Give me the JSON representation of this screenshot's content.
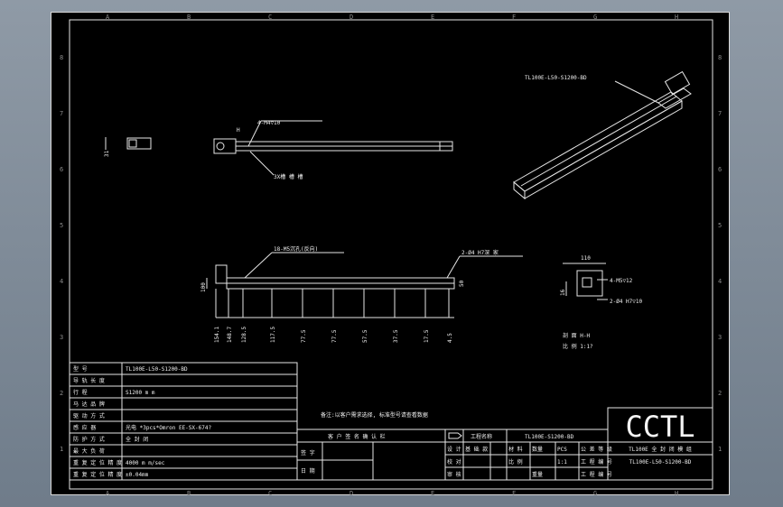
{
  "grid": {
    "top_letters": [
      "A",
      "B",
      "C",
      "D",
      "E",
      "F",
      "G",
      "H"
    ],
    "bottom_letters": [
      "A",
      "B",
      "C",
      "D",
      "E",
      "F",
      "G",
      "H"
    ],
    "side_numbers": [
      "8",
      "7",
      "6",
      "5",
      "4",
      "3",
      "2",
      "1"
    ]
  },
  "labels": {
    "part_callout": "TL100E-L50-S1200-BD",
    "hole_spec_top": "4-M4▽10",
    "slot_label": "3X槽 槽 槽",
    "dim_H": "H",
    "dim_31": "31",
    "tapped_holes": "18-M5沉孔(反向)",
    "dowel_spec": "2-Ø4 H7深 家",
    "dim_100_left": "100",
    "dim_50": "50",
    "dim_110": "110",
    "side_hole_spec": "4-M5▽12",
    "side_dowel_spec": "2-Ø4 H7▽10",
    "dim_16": "16",
    "section_label": "剖 面 H-H",
    "scale_label": "比 例 1:1?",
    "note": "备注:以客户需求选择, 标准型号请查看数据"
  },
  "bottom_dims": [
    "154.1",
    "148.7",
    "128.5",
    "117.5",
    "77.5",
    "77.5",
    "57.5",
    "37.5",
    "17.5",
    "4.5"
  ],
  "spec_table": [
    {
      "label": "型 号",
      "value": "TL100E-L50-S1200-BD"
    },
    {
      "label": "导 轨 长 度",
      "value": ""
    },
    {
      "label": "行 程",
      "value": "S1200 m m"
    },
    {
      "label": "马 达 品 牌",
      "value": ""
    },
    {
      "label": "驱 动 方 式",
      "value": ""
    },
    {
      "label": "感 应 器",
      "value": "光电 *3pcs*Omron EE-SX-674?"
    },
    {
      "label": "防 护 方 式",
      "value": "全 封 闭"
    },
    {
      "label": "最 大 负 荷",
      "value": ""
    },
    {
      "label": "重 复 定 位 精 度",
      "value": "4000 m m/sec"
    },
    {
      "label": "重 复 定 位 精 度",
      "value": "±0.04mm"
    }
  ],
  "customer_confirm": {
    "title": "客 户 签 名 确 认 栏",
    "sign_label": "签 字",
    "date_label": "日 期"
  },
  "title_block": {
    "project_label": "工程名称",
    "drawing_number": "TL100E-S1200-BD",
    "row_labels": [
      "设 计",
      "校 对",
      "审 核"
    ],
    "material_label": "材 料",
    "quantity_label": "数量",
    "scale_label": "比 例",
    "weight_label": "重量",
    "code_label": "公 差 等 级",
    "code_label_2": "工 程 编 号",
    "code_label_3": "工 程 编 号",
    "value_pcs": "PCS",
    "value_ratio": "1:1",
    "value_base": "基 础 款",
    "company_logo": "CCTL",
    "product_name": "TL100E 全 封 闭 模 组",
    "product_code": "TL100E-L50-S1200-BD"
  }
}
